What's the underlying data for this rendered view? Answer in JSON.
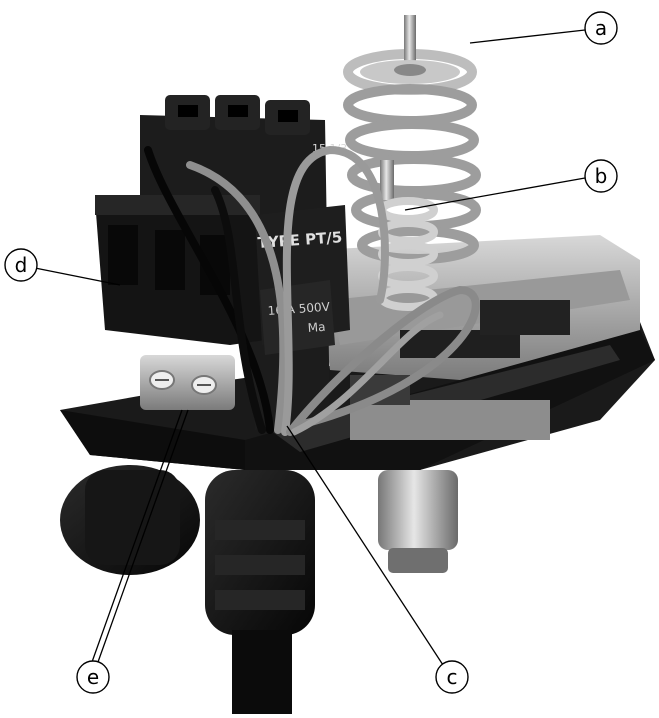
{
  "callouts": {
    "a": "a",
    "b": "b",
    "c": "c",
    "d": "d",
    "e": "e"
  },
  "markings": {
    "model_top": "15 1/3",
    "type_label": "TYPE  PT/5",
    "rating": "16   A 500V",
    "brand_fragment": "Ma"
  },
  "colors": {
    "background": "#ffffff",
    "plastic": "#151515",
    "metal": "#b9b9b9",
    "wire_gray": "#8e8e8e",
    "wire_black": "#0a0a0a"
  }
}
